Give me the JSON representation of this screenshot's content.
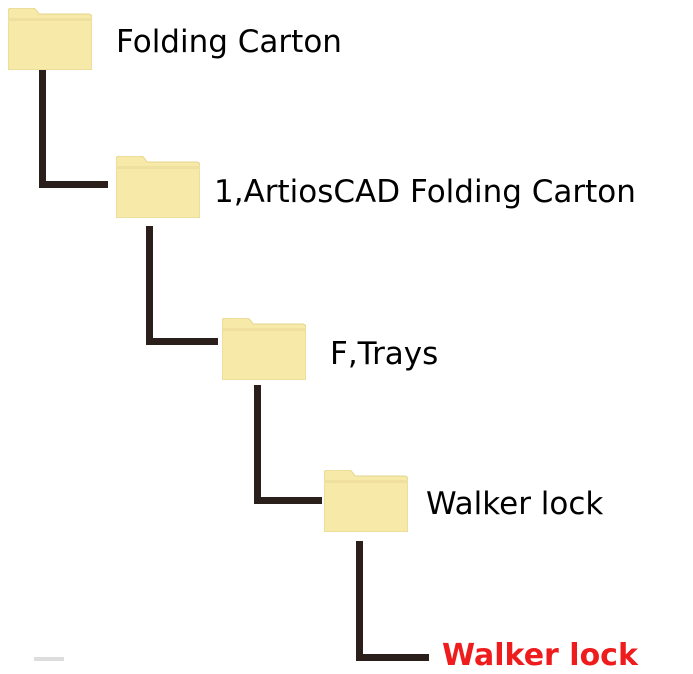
{
  "tree": {
    "nodes": [
      {
        "label": "Folding Carton",
        "icon": "folder-icon",
        "highlight": false
      },
      {
        "label": "1,ArtiosCAD Folding Carton",
        "icon": "folder-icon",
        "highlight": false
      },
      {
        "label": "F,Trays",
        "icon": "folder-icon",
        "highlight": false
      },
      {
        "label": "Walker lock",
        "icon": "folder-icon",
        "highlight": false
      },
      {
        "label": "Walker lock",
        "icon": null,
        "highlight": true
      }
    ]
  },
  "colors": {
    "folder_fill": "#f7e9a8",
    "folder_edge": "#e2cf86",
    "connector": "#2a1f1a",
    "highlight_text": "#ee1c1c"
  }
}
